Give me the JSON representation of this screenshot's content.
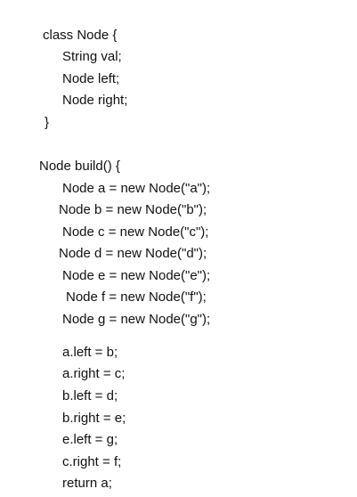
{
  "document": {
    "lines": [
      "class Node {",
      "String val;",
      "Node left;",
      "Node right;",
      "}",
      "Node build() {",
      "Node a = new Node(\"a\");",
      "Node b = new Node(\"b\");",
      "Node c = new Node(\"c\");",
      "Node d = new Node(\"d\");",
      "Node e = new Node(\"e\");",
      "Node f = new Node(\"f\");",
      "Node g = new Node(\"g\");",
      "a.left = b;",
      "a.right = c;",
      "b.left = d;",
      "b.right = e;",
      "e.left = g;",
      "c.right = f;",
      "return a;"
    ]
  }
}
